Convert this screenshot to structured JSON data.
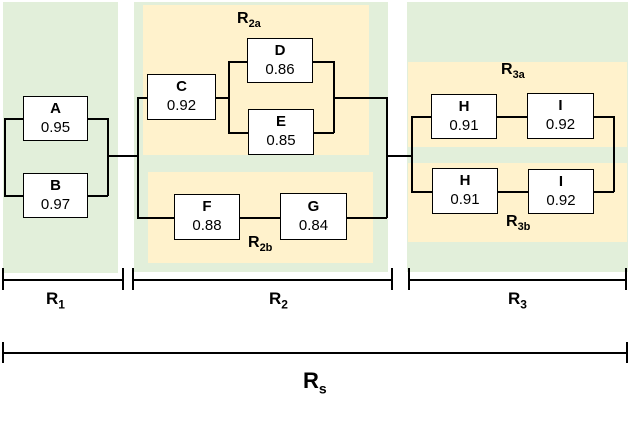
{
  "diagram_type": "reliability-block-diagram",
  "colors": {
    "region_background_green": "#e2efda",
    "group_background_yellow": "#fff2cc",
    "box_fill": "#ffffff",
    "line_color": "#000000"
  },
  "components": {
    "A": {
      "label": "A",
      "value": "0.95"
    },
    "B": {
      "label": "B",
      "value": "0.97"
    },
    "C": {
      "label": "C",
      "value": "0.92"
    },
    "D": {
      "label": "D",
      "value": "0.86"
    },
    "E": {
      "label": "E",
      "value": "0.85"
    },
    "F": {
      "label": "F",
      "value": "0.88"
    },
    "G": {
      "label": "G",
      "value": "0.84"
    },
    "H": {
      "label": "H",
      "value": "0.91"
    },
    "I": {
      "label": "I",
      "value": "0.92"
    }
  },
  "group_labels": {
    "r2a": {
      "base": "R",
      "sub": "2a"
    },
    "r2b": {
      "base": "R",
      "sub": "2b"
    },
    "r3a": {
      "base": "R",
      "sub": "3a"
    },
    "r3b": {
      "base": "R",
      "sub": "3b"
    }
  },
  "section_labels": {
    "r1": {
      "base": "R",
      "sub": "1"
    },
    "r2": {
      "base": "R",
      "sub": "2"
    },
    "r3": {
      "base": "R",
      "sub": "3"
    },
    "rs": {
      "base": "R",
      "sub": "s"
    }
  },
  "structure": {
    "r1": "parallel(A, B)",
    "r2a": "series(C, parallel(D, E))",
    "r2b": "series(F, G)",
    "r2": "parallel(r2a, r2b)",
    "r3a": "series(H, I)",
    "r3b": "series(H, I)",
    "r3": "parallel(r3a, r3b)",
    "rs": "series(r1, r2, r3)"
  }
}
